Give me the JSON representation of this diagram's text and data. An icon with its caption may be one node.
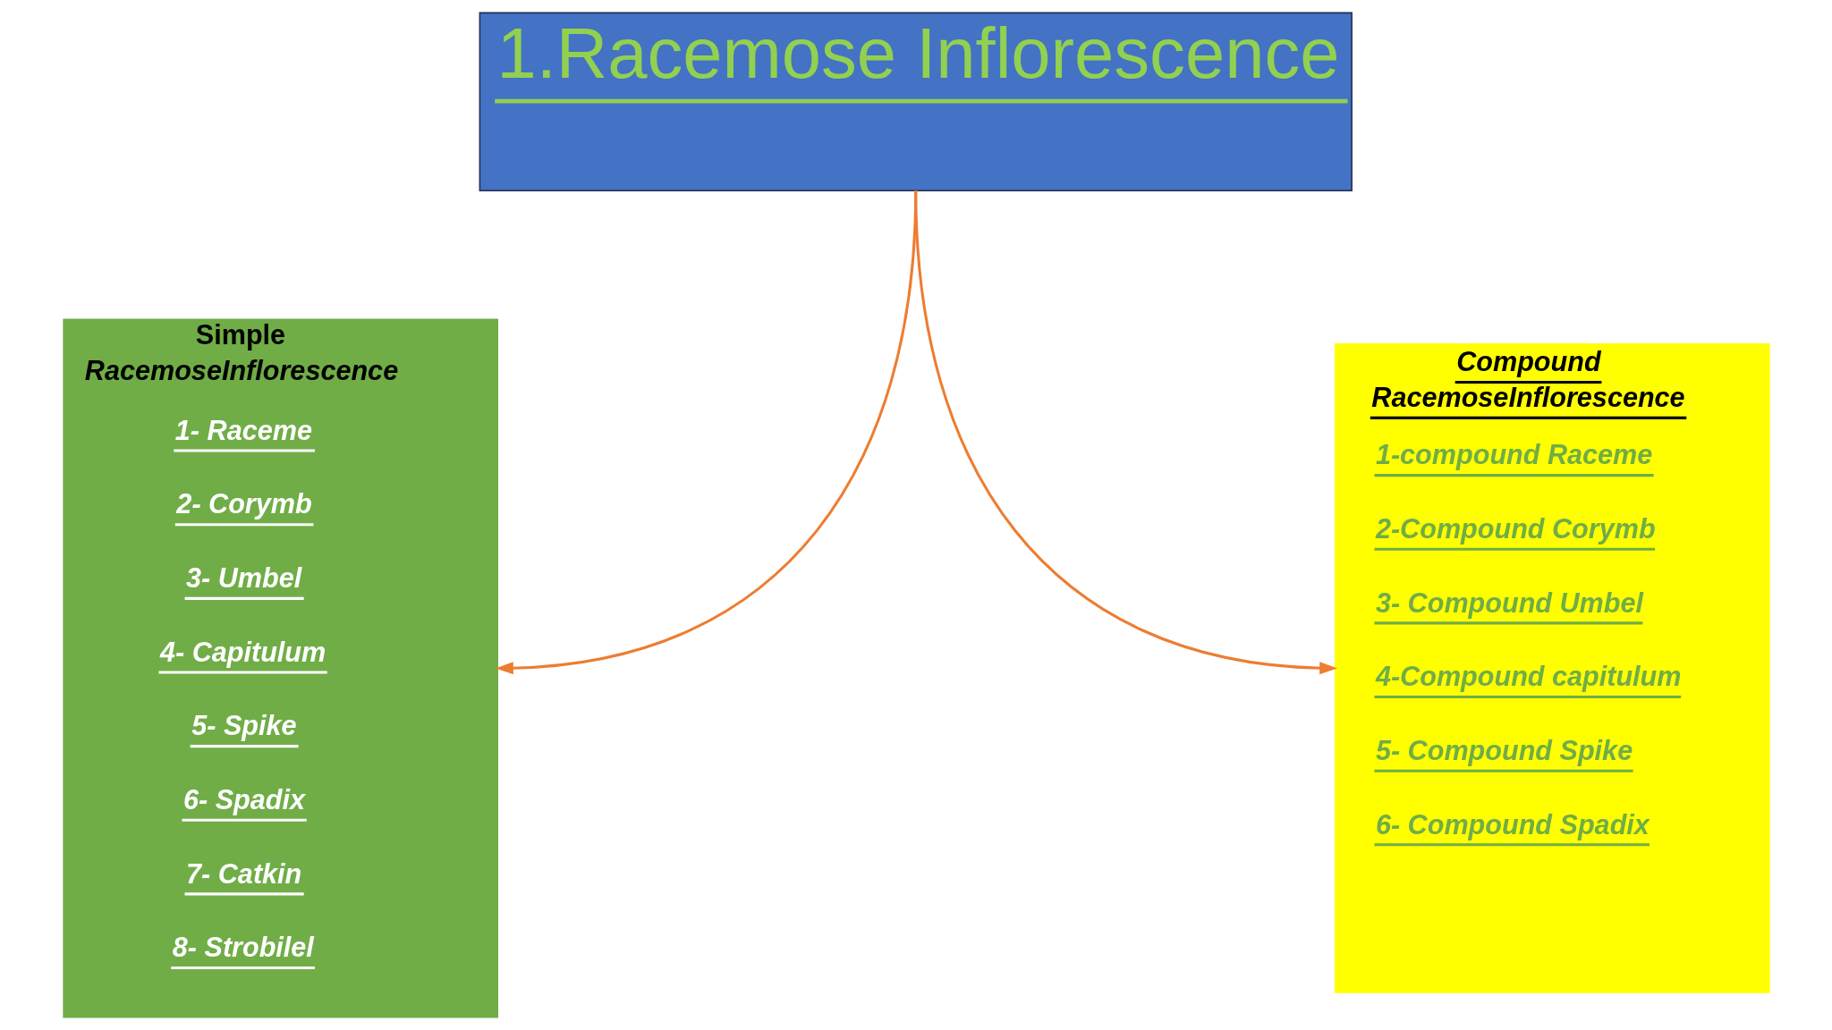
{
  "diagram": {
    "nodes": [
      {
        "text": [
          "1.Racemose Inflorescence"
        ]
      },
      {
        "text": [
          "Simple RacemoseInflorescence",
          "1- Raceme",
          "2- Corymb",
          "3- Umbel",
          "4- Capitulum",
          "5- Spike",
          "6- Spadix",
          "7- Catkin",
          "8- Strobilel"
        ]
      },
      {
        "text": [
          "Compound RacemoseInflorescence",
          "1-compound Raceme",
          "2-Compound Corymb",
          "3- Compound Umbel",
          "4-Compound capitulum",
          "5- Compound Spike",
          "6- Compound Spadix"
        ]
      }
    ],
    "edges": [
      {
        "from": 0,
        "to": 1,
        "arrow": "to"
      },
      {
        "from": 0,
        "to": 2,
        "arrow": "to"
      }
    ]
  }
}
